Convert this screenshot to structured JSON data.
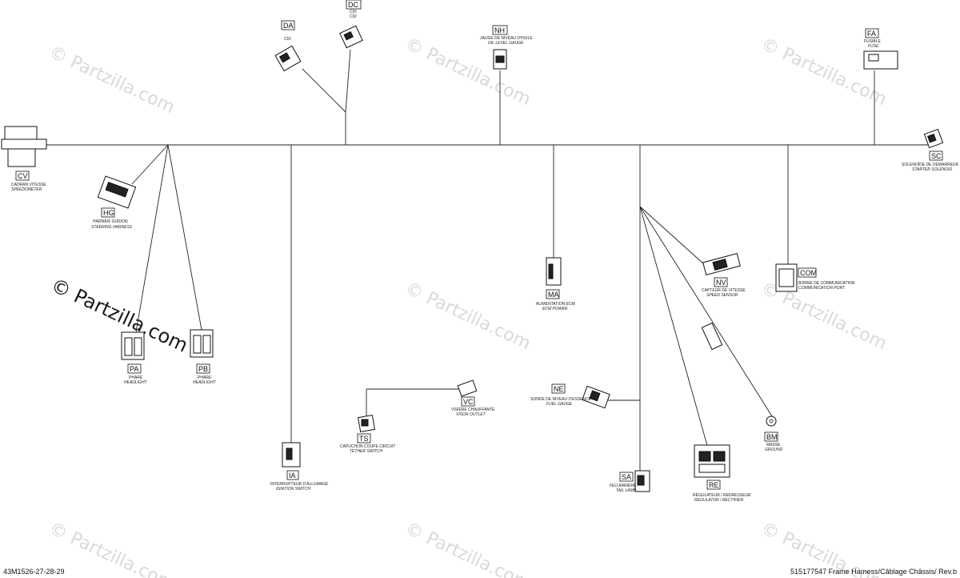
{
  "watermark": "© Partzilla.com",
  "footer": {
    "left": "43M1526-27-28-29",
    "right": "515177547 Frame Harness/Câblage Châssis/ Rev.b"
  },
  "connectors": [
    {
      "code": "CV",
      "fr": "CADRAN VITESSE",
      "en": "SPEEDOMETER"
    },
    {
      "code": "DA",
      "fr": "",
      "en": "CDI"
    },
    {
      "code": "DC",
      "fr": "CDI",
      "en": "CDI"
    },
    {
      "code": "NH",
      "fr": "JAUGE DE NIVEAU D'HUILE",
      "en": "OIL LEVEL GAUGE"
    },
    {
      "code": "FA",
      "fr": "FUSIBLE",
      "en": "FUSE"
    },
    {
      "code": "SC",
      "fr": "SOLENOÏDE DE DÉMARREUR",
      "en": "STARTER SOLENOID"
    },
    {
      "code": "HG",
      "fr": "HARNAIS GUIDON",
      "en": "STEERING HARNESS"
    },
    {
      "code": "PA",
      "fr": "PHARE",
      "en": "HEADLIGHT"
    },
    {
      "code": "PB",
      "fr": "PHARE",
      "en": "HEADLIGHT"
    },
    {
      "code": "MA",
      "fr": "ALIMENTATION ECM",
      "en": "ECM POWER"
    },
    {
      "code": "NV",
      "fr": "CAPTEUR DE VITESSE",
      "en": "SPEED SENSOR"
    },
    {
      "code": "COM",
      "fr": "BORNE DE COMMUNICATION",
      "en": "COMMUNICATION PORT"
    },
    {
      "code": "VC",
      "fr": "VISIÈRE CHAUFFANTE",
      "en": "VISOR OUTLET"
    },
    {
      "code": "NE",
      "fr": "SONDE DE NIVEAU D'ESSENCE",
      "en": "FUEL GAUGE"
    },
    {
      "code": "TS",
      "fr": "CAPUCHON COUPE CIRCUIT",
      "en": "TETHER SWITCH"
    },
    {
      "code": "BM",
      "fr": "MASSE",
      "en": "GROUND"
    },
    {
      "code": "IA",
      "fr": "INTERRUPTEUR D'ALLUMAGE",
      "en": "IGNITION SWITCH"
    },
    {
      "code": "SA",
      "fr": "FEU ARRIÈRE",
      "en": "TAIL LAMP"
    },
    {
      "code": "RE",
      "fr": "RÉGULATEUR / REDRESSEUR",
      "en": "REGULATOR / RECTIFIER"
    }
  ]
}
